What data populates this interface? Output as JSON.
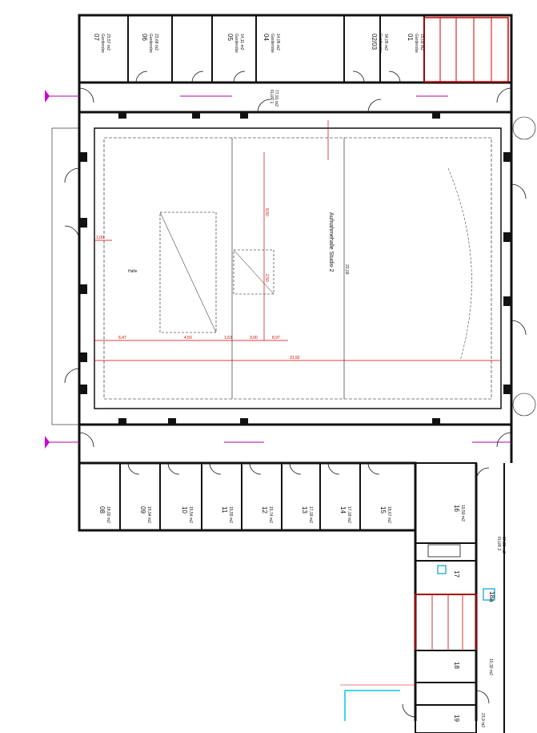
{
  "rooms_top": [
    {
      "no": "07",
      "name": "Garderobe",
      "area": "23,57 m2"
    },
    {
      "no": "06",
      "name": "Garderobe",
      "area": "23,68 m2"
    },
    {
      "no": "05",
      "name": "Garderobe",
      "area": "14,11 m2"
    },
    {
      "no": "04",
      "name": "Garderobe",
      "area": "14,05 m2"
    },
    {
      "no": "02/03",
      "name": "Garderobe",
      "area": "34,05 m2"
    },
    {
      "no": "01",
      "name": "Garderobe",
      "area": "15,09 m2"
    }
  ],
  "rooms_bottom": [
    {
      "no": "08",
      "area": "18,92 m2"
    },
    {
      "no": "09",
      "area": "15,94 m2"
    },
    {
      "no": "10",
      "area": "15,54 m2"
    },
    {
      "no": "11",
      "area": "15,55 m2"
    },
    {
      "no": "12",
      "area": "15,74 m2"
    },
    {
      "no": "13",
      "area": "17,18 m2"
    },
    {
      "no": "14",
      "area": "17,18 m2"
    },
    {
      "no": "15",
      "area": "18,67 m2"
    }
  ],
  "rooms_east": [
    {
      "no": "16",
      "area": "19,59 m2"
    },
    {
      "no": "17",
      "area": ""
    },
    {
      "no": "18a",
      "area": ""
    },
    {
      "no": "18",
      "area": "10,30 m2"
    },
    {
      "no": "19",
      "area": "23,9 m2"
    }
  ],
  "corridors": {
    "flur1": {
      "name": "FLUR 1",
      "area": "77,91 m2"
    },
    "flur2": {
      "name": "FLUR 2",
      "area": "37,55 m2"
    }
  },
  "hall": {
    "title": "Aufnahmehalle Studio 2",
    "label": "Halle",
    "dims": {
      "a": "6,47",
      "b": "4,50",
      "c": "1,63",
      "d": "3,00",
      "e": "8,97",
      "f": "8,50",
      "g": "2,50",
      "h": "22,09",
      "i": "31,92",
      "j": "1,00"
    }
  }
}
